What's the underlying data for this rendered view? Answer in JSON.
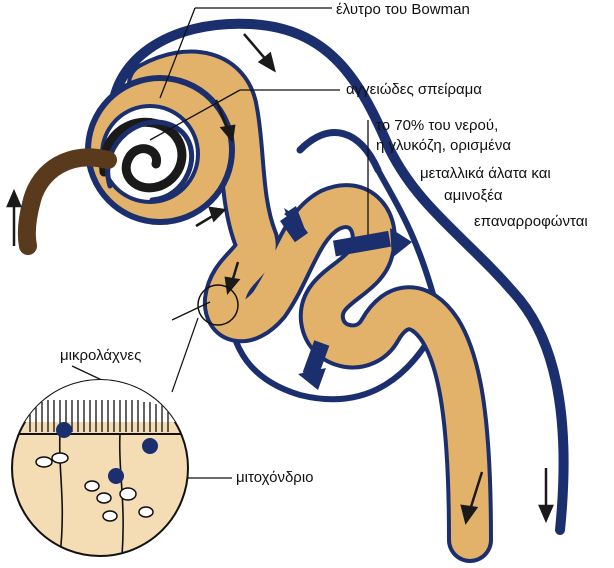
{
  "labels": {
    "bowman_capsule": "έλυτρο του Bowman",
    "glomerulus": "αγγειώδες σπείραμα",
    "reabsorption": [
      "το 70% του νερού,",
      "η γλυκόζη, ορισμένα",
      "μεταλλικά άλατα και",
      "αμινοξέα",
      "επαναρροφώνται"
    ],
    "microvilli": "μικρολάχνες",
    "mitochondrion": "μιτοχόνδριο"
  },
  "colors": {
    "tubule": "#e3b26a",
    "vessel": "#1b2f6e",
    "arrow": "#1a1a1a",
    "label": "#111111",
    "efferent": "#5a3a1c"
  },
  "icons": [
    "flow-arrow-icon",
    "reabsorption-arrow-icon"
  ]
}
